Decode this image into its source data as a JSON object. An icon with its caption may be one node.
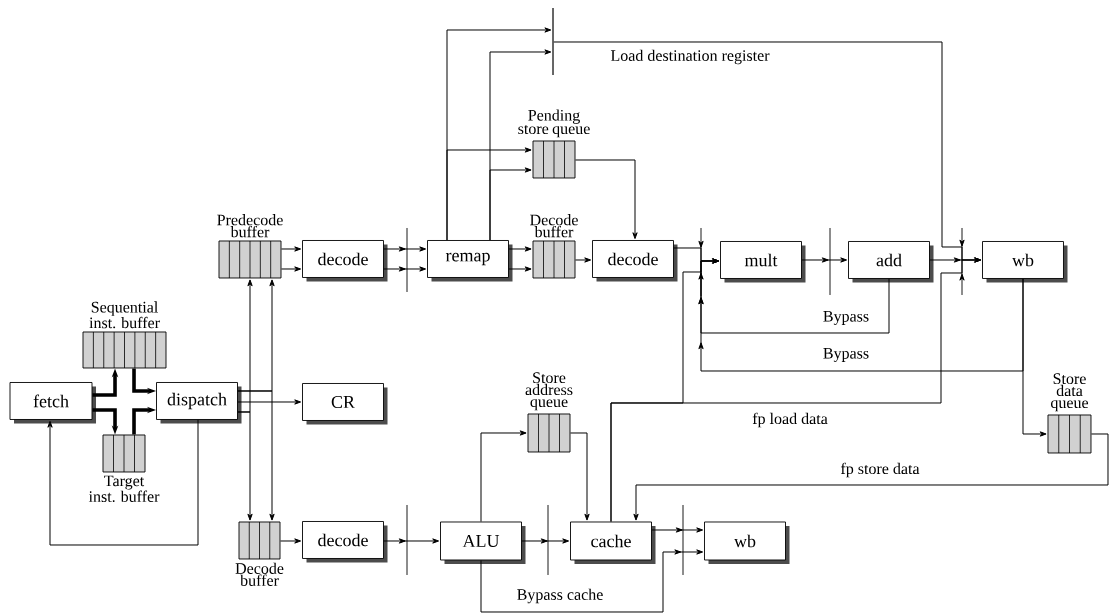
{
  "diagram": {
    "nodes": [
      {
        "text": [
          "fetch"
        ]
      },
      {
        "text": [
          "Sequential inst. buffer"
        ]
      },
      {
        "text": [
          "Target inst. buffer"
        ]
      },
      {
        "text": [
          "dispatch"
        ]
      },
      {
        "text": [
          "CR"
        ]
      },
      {
        "text": [
          "Predecode buffer"
        ]
      },
      {
        "text": [
          "Decode buffer"
        ]
      },
      {
        "text": [
          "decode"
        ]
      },
      {
        "text": [
          "decode"
        ]
      },
      {
        "text": [
          "remap"
        ]
      },
      {
        "text": [
          "Pending store queue"
        ]
      },
      {
        "text": [
          "Decode buffer"
        ]
      },
      {
        "text": [
          "decode"
        ]
      },
      {
        "text": [
          "mult"
        ]
      },
      {
        "text": [
          "add"
        ]
      },
      {
        "text": [
          "wb"
        ]
      },
      {
        "text": [
          "Store address queue"
        ]
      },
      {
        "text": [
          "ALU"
        ]
      },
      {
        "text": [
          "cache"
        ]
      },
      {
        "text": [
          "wb"
        ]
      },
      {
        "text": [
          "Store data queue"
        ]
      },
      {
        "text": [],
        "shape": "bar"
      }
    ],
    "edges": [
      {
        "from": 0,
        "to": 1,
        "arrow": "to",
        "style": "thick"
      },
      {
        "from": 0,
        "to": 2,
        "arrow": "to",
        "style": "thick"
      },
      {
        "from": 1,
        "to": 3,
        "arrow": "to",
        "style": "thick"
      },
      {
        "from": 2,
        "to": 3,
        "arrow": "to",
        "style": "thick"
      },
      {
        "from": 3,
        "to": 4,
        "arrow": "to"
      },
      {
        "from": 3,
        "to": 0,
        "arrow": "to"
      },
      {
        "from": 3,
        "to": 5,
        "arrow": "to"
      },
      {
        "from": 3,
        "to": 6,
        "arrow": "to"
      },
      {
        "from": 3,
        "to": 5,
        "arrow": "to"
      },
      {
        "from": 3,
        "to": 6,
        "arrow": "to"
      },
      {
        "from": 5,
        "to": 7,
        "arrow": "to"
      },
      {
        "from": 5,
        "to": 7,
        "arrow": "to"
      },
      {
        "from": 7,
        "to": 9,
        "arrow": "to"
      },
      {
        "from": 7,
        "to": 9,
        "arrow": "to"
      },
      {
        "from": 9,
        "to": 11,
        "arrow": "to"
      },
      {
        "from": 9,
        "to": 11,
        "arrow": "to"
      },
      {
        "from": 11,
        "to": 12,
        "arrow": "to"
      },
      {
        "from": 9,
        "to": 21,
        "arrow": "to"
      },
      {
        "from": 9,
        "to": 10,
        "arrow": "to"
      },
      {
        "from": 9,
        "to": 21,
        "arrow": "to"
      },
      {
        "from": 9,
        "to": 10,
        "arrow": "to"
      },
      {
        "from": 10,
        "to": 12,
        "arrow": "to"
      },
      {
        "from": 21,
        "to": 15,
        "arrow": "to",
        "label": "Load destination register"
      },
      {
        "from": 12,
        "to": 13,
        "arrow": "to"
      },
      {
        "from": 13,
        "to": 14,
        "arrow": "to"
      },
      {
        "from": 14,
        "to": 15,
        "arrow": "to"
      },
      {
        "from": 14,
        "to": 13,
        "arrow": "to",
        "label": "Bypass"
      },
      {
        "from": 15,
        "to": 13,
        "arrow": "to",
        "label": "Bypass"
      },
      {
        "from": 15,
        "to": 20,
        "arrow": "to"
      },
      {
        "from": 20,
        "to": 18,
        "arrow": "to",
        "label": "fp store data"
      },
      {
        "from": 18,
        "to": 13,
        "arrow": "to"
      },
      {
        "from": 18,
        "to": 15,
        "arrow": "to",
        "label": "fp load data"
      },
      {
        "from": 17,
        "to": 16,
        "arrow": "to"
      },
      {
        "from": 16,
        "to": 18,
        "arrow": "to"
      },
      {
        "from": 6,
        "to": 8,
        "arrow": "to"
      },
      {
        "from": 8,
        "to": 17,
        "arrow": "to"
      },
      {
        "from": 17,
        "to": 18,
        "arrow": "to"
      },
      {
        "from": 18,
        "to": 19,
        "arrow": "to"
      },
      {
        "from": 17,
        "to": 19,
        "arrow": "to",
        "label": "Bypass cache"
      }
    ]
  }
}
